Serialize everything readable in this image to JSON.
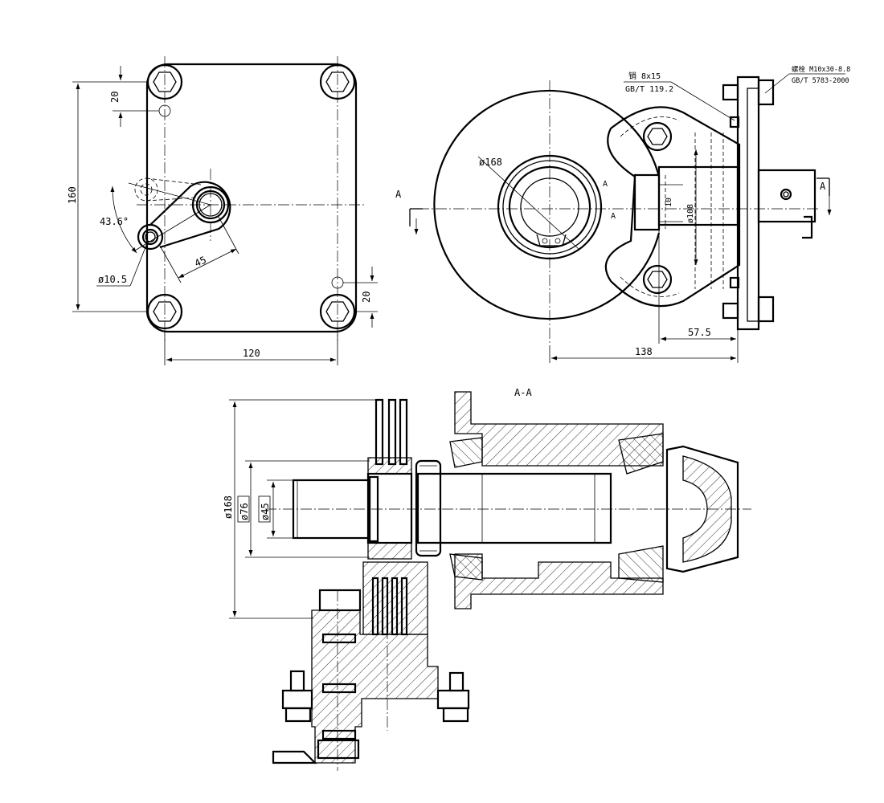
{
  "dimensions": {
    "d20_top": "20",
    "d160": "160",
    "d43_6": "43.6°",
    "d10_5": "ø10.5",
    "d45": "45",
    "d20_bottom": "20",
    "d120": "120",
    "d168_side": "ø168",
    "d10": "10",
    "d108": "ø108",
    "d57_5": "57.5",
    "d138": "138",
    "d168_section": "ø168",
    "d76": "ø76",
    "d45_section": "ø45"
  },
  "section_marks": {
    "left_a": "A",
    "right_a": "A",
    "a_inner_1": "A",
    "a_inner_2": "A",
    "section_title": "A-A"
  },
  "callouts": {
    "pin_line1": "销 8x15",
    "pin_line2": "GB/T 119.2",
    "bolt_line1": "螺栓 M10x30-8.8",
    "bolt_line2": "GB/T 5783-2000"
  }
}
